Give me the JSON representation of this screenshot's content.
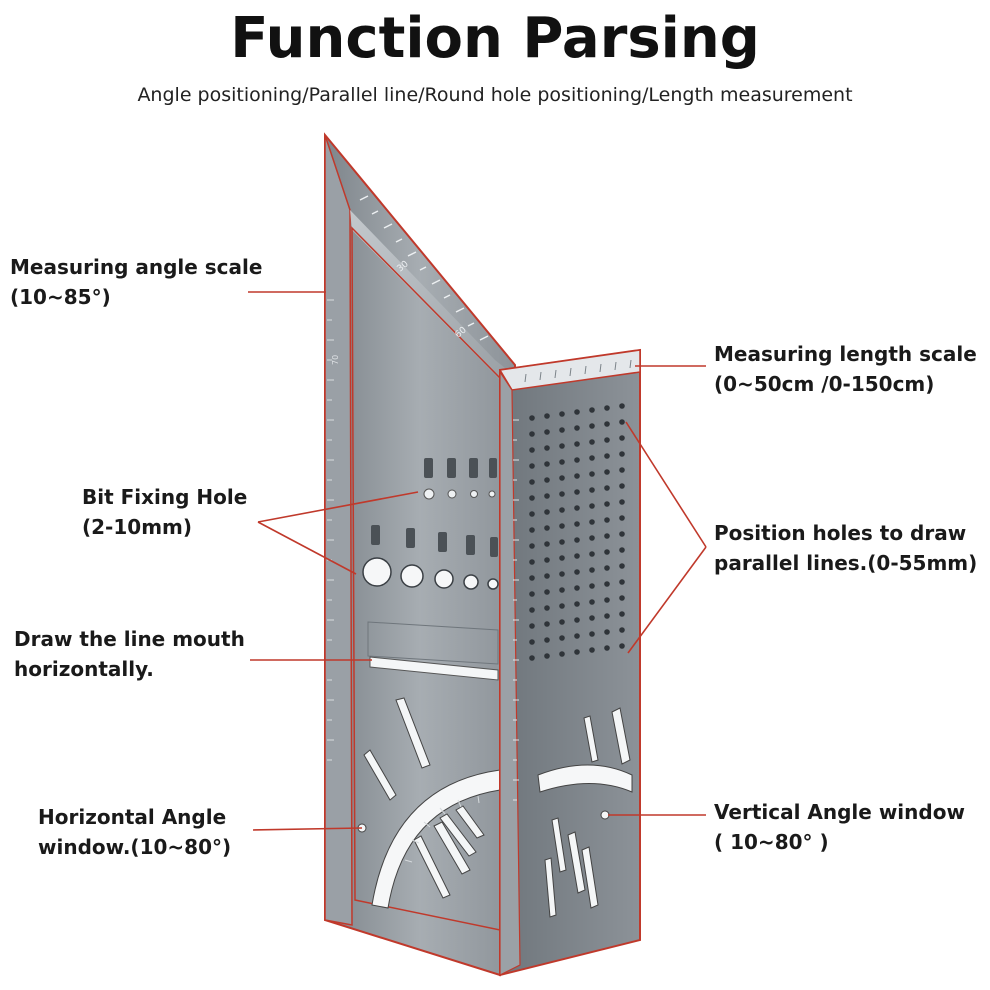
{
  "title": "Function Parsing",
  "subtitle": "Angle positioning/Parallel line/Round hole positioning/Length measurement",
  "labels": {
    "angle_scale": {
      "line1": "Measuring angle scale",
      "line2": "(10~85°)"
    },
    "bit_hole": {
      "line1": "Bit Fixing Hole",
      "line2": "(2-10mm)"
    },
    "line_mouth": {
      "line1": "Draw the line mouth",
      "line2": "horizontally."
    },
    "horizontal_window": {
      "line1": "Horizontal Angle",
      "line2": "window.(10~80°)"
    },
    "length_scale": {
      "line1": "Measuring length scale",
      "line2": "(0~50cm /0-150cm)"
    },
    "position_holes": {
      "line1": "Position holes to draw",
      "line2": "parallel lines.(0-55mm)"
    },
    "vertical_window": {
      "line1": "Vertical Angle window",
      "line2": "( 10~80° )"
    }
  },
  "scale_marks": {
    "a": "30",
    "b": "60",
    "c": "70"
  },
  "colors": {
    "callout": "#c0392b",
    "tool": "#8a9096",
    "tool_dark": "#5c6268",
    "tool_light": "#c9ced2"
  }
}
